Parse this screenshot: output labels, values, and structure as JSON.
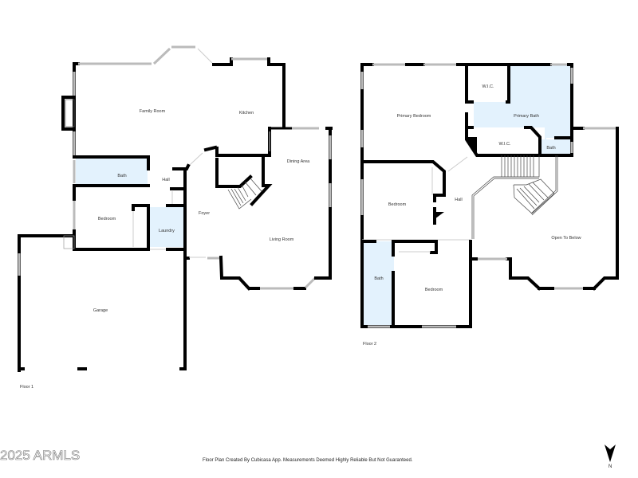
{
  "floor1": {
    "label": "Floor 1",
    "rooms": {
      "family_room": "Family Room",
      "kitchen": "Kitchen",
      "dining_area": "Dining Area",
      "bath": "Bath",
      "hall": "Hall",
      "bedroom": "Bedroom",
      "laundry": "Laundry",
      "foyer": "Foyer",
      "living_room": "Living Room",
      "garage": "Garage"
    }
  },
  "floor2": {
    "label": "Floor 2",
    "rooms": {
      "primary_bedroom": "Primary Bedroom",
      "wic_top": "W.I.C.",
      "primary_bath": "Primary Bath",
      "wic_bottom": "W.I.C.",
      "bath_small": "Bath",
      "bedroom": "Bedroom",
      "hall": "Hall",
      "open_to_below": "Open To Below",
      "bath": "Bath",
      "bedroom_2": "Bedroom"
    }
  },
  "footer": {
    "note": "Floor Plan Created By Cubicasa App. Measurements Deemed Highly Reliable But Not Guaranteed.",
    "watermark": "2025 ARMLS",
    "compass_label": "N"
  },
  "colors": {
    "wall": "#000000",
    "wet_room_fill": "#e3f2fd",
    "window": "#bbbbbb"
  }
}
